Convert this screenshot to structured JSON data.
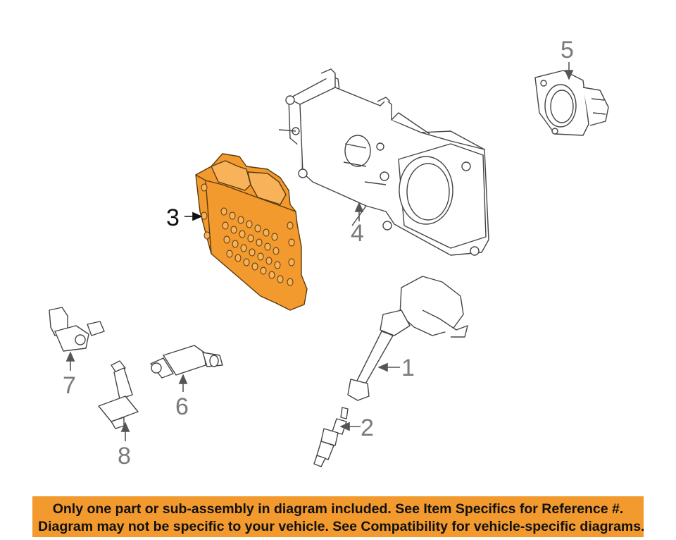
{
  "callouts": {
    "n1": "1",
    "n2": "2",
    "n3": "3",
    "n4": "4",
    "n5": "5",
    "n6": "6",
    "n7": "7",
    "n8": "8"
  },
  "highlight_color": "#f29a2e",
  "notice": {
    "line1": "Only one part or sub-assembly in diagram included. See Item Specifics for Reference #.",
    "line2": "Diagram may not be specific to your vehicle. See Compatibility for vehicle-specific diagrams."
  }
}
